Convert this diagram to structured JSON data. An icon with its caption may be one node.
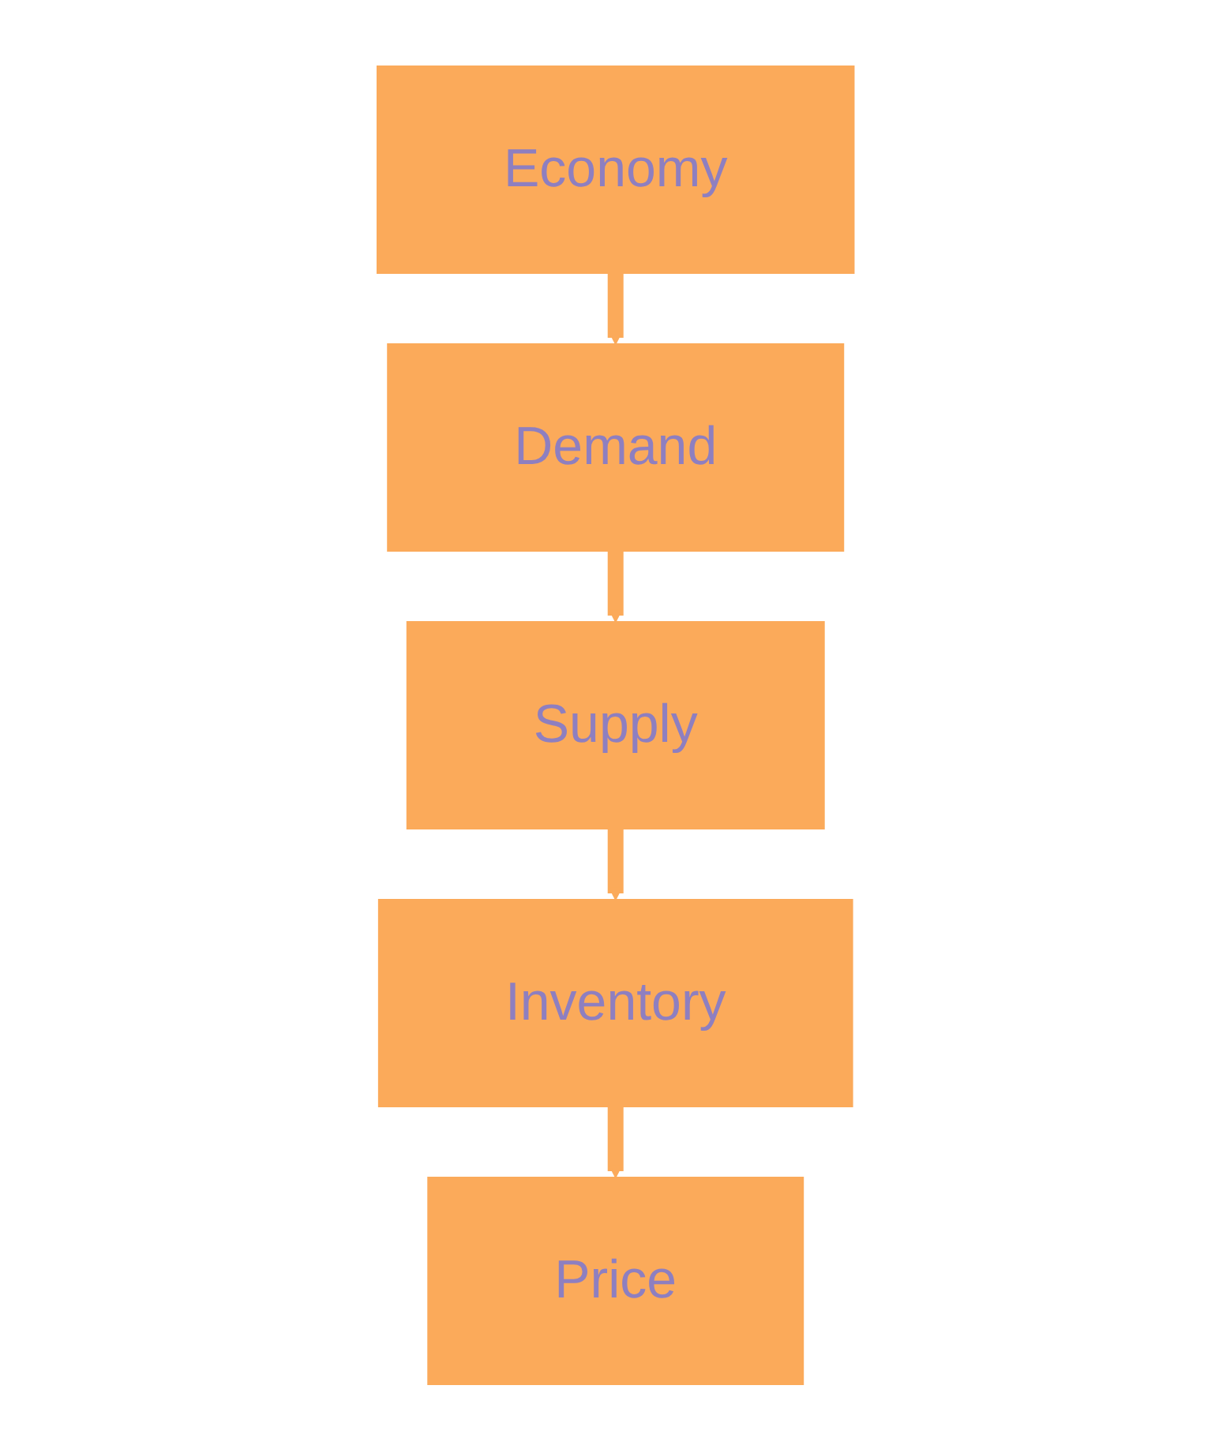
{
  "diagram": {
    "nodes": [
      {
        "text": [
          "Economy"
        ]
      },
      {
        "text": [
          "Demand"
        ]
      },
      {
        "text": [
          "Supply"
        ]
      },
      {
        "text": [
          "Inventory"
        ]
      },
      {
        "text": [
          "Price"
        ]
      }
    ],
    "edges": [
      {
        "from": 0,
        "to": 1,
        "arrow": "to"
      },
      {
        "from": 1,
        "to": 2,
        "arrow": "to"
      },
      {
        "from": 2,
        "to": 3,
        "arrow": "to"
      },
      {
        "from": 3,
        "to": 4,
        "arrow": "to"
      }
    ]
  }
}
